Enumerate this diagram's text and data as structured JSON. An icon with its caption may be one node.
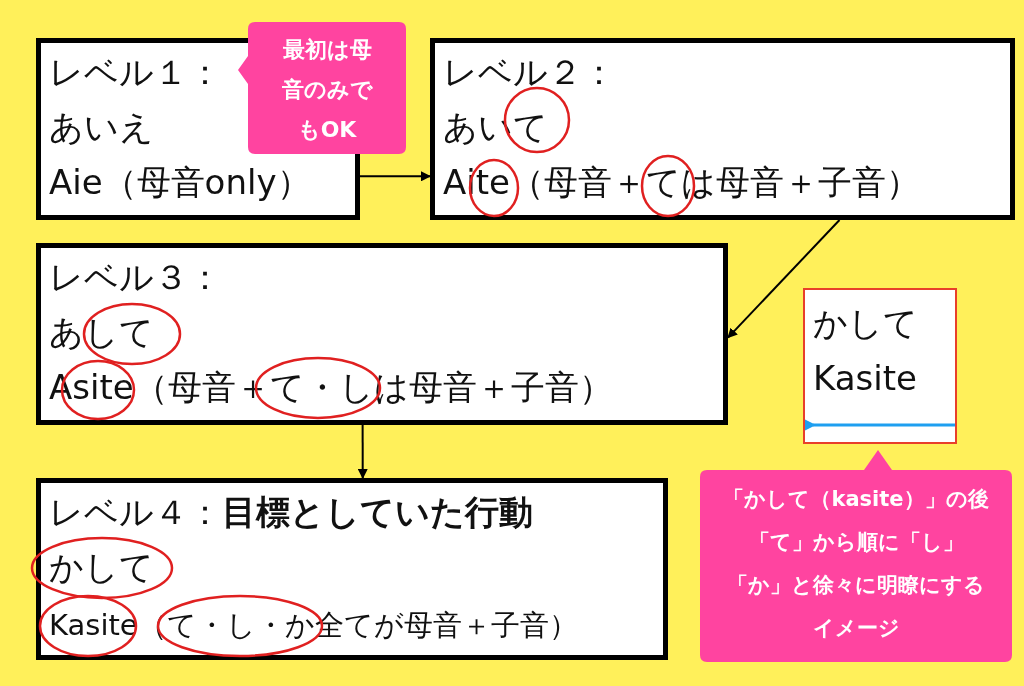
{
  "diagram": {
    "nodes": [
      {
        "text": [
          "レベル１：",
          "あいえ",
          "Aie（母音only）"
        ]
      },
      {
        "text": [
          "最初は母音のみでもOK"
        ]
      },
      {
        "text": [
          "レベル２：",
          "あいて",
          "Aite（母音＋ては母音＋子音）"
        ]
      },
      {
        "text": [
          "レベル３：",
          "あして",
          "Asite（母音＋て・しは母音＋子音）"
        ]
      },
      {
        "text": [
          "レベル４：**目標としていた行動**",
          "かして",
          "Kasite（て・し・か全てが母音＋子音）"
        ]
      },
      {
        "text": [
          "かして",
          "Kasite"
        ]
      },
      {
        "text": [
          "「かして（kasite）」の後「て」から順に「し」「か」と徐々に明瞭にするイメージ"
        ]
      }
    ],
    "edges": [
      {
        "from": 0,
        "to": 2,
        "arrow": "to"
      },
      {
        "from": 2,
        "to": 3,
        "arrow": "to"
      },
      {
        "from": 3,
        "to": 4,
        "arrow": "to"
      }
    ]
  }
}
